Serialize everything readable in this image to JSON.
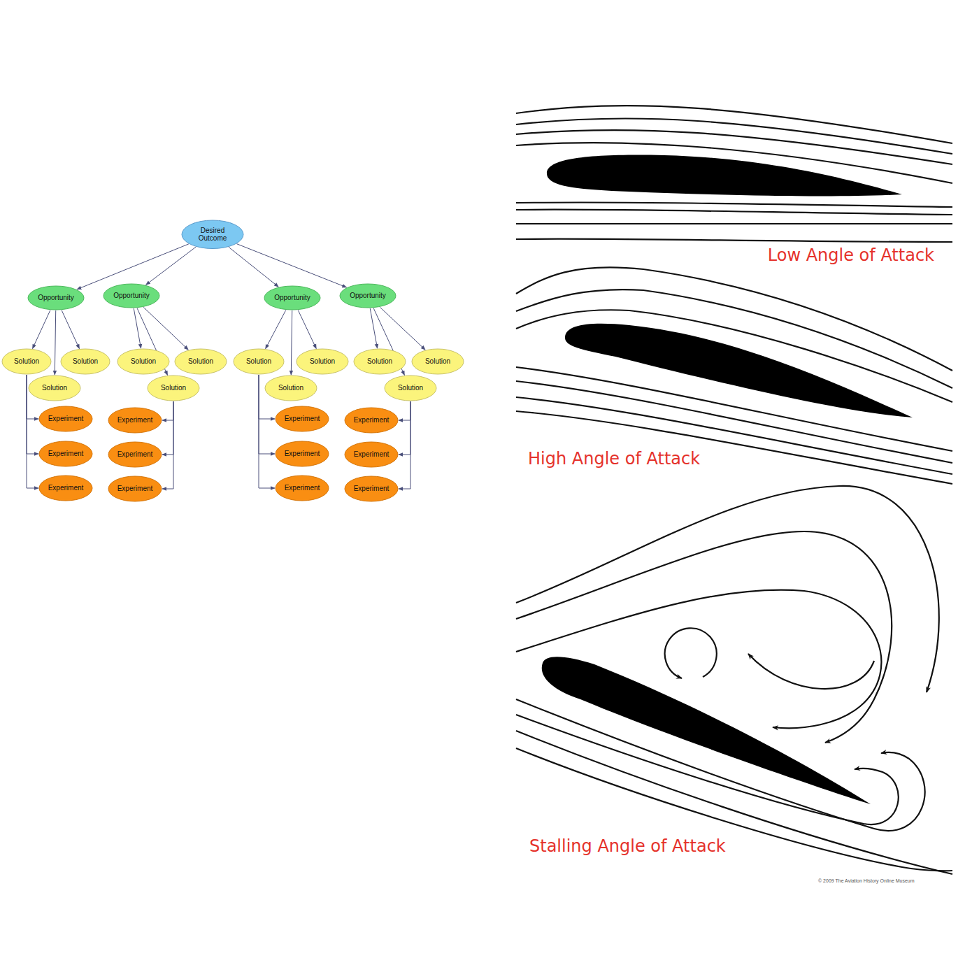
{
  "diagram": {
    "nodes": [
      {
        "text": [
          "Desired Outcome"
        ]
      },
      {
        "text": [
          "Opportunity"
        ]
      },
      {
        "text": [
          "Opportunity"
        ]
      },
      {
        "text": [
          "Opportunity"
        ]
      },
      {
        "text": [
          "Opportunity"
        ]
      },
      {
        "text": [
          "Solution"
        ]
      },
      {
        "text": [
          "Solution"
        ]
      },
      {
        "text": [
          "Solution"
        ]
      },
      {
        "text": [
          "Solution"
        ]
      },
      {
        "text": [
          "Solution"
        ]
      },
      {
        "text": [
          "Solution"
        ]
      },
      {
        "text": [
          "Solution"
        ]
      },
      {
        "text": [
          "Solution"
        ]
      },
      {
        "text": [
          "Solution"
        ]
      },
      {
        "text": [
          "Solution"
        ]
      },
      {
        "text": [
          "Solution"
        ]
      },
      {
        "text": [
          "Solution"
        ]
      },
      {
        "text": [
          "Experiment"
        ]
      },
      {
        "text": [
          "Experiment"
        ]
      },
      {
        "text": [
          "Experiment"
        ]
      },
      {
        "text": [
          "Experiment"
        ]
      },
      {
        "text": [
          "Experiment"
        ]
      },
      {
        "text": [
          "Experiment"
        ]
      },
      {
        "text": [
          "Experiment"
        ]
      },
      {
        "text": [
          "Experiment"
        ]
      },
      {
        "text": [
          "Experiment"
        ]
      },
      {
        "text": [
          "Experiment"
        ]
      },
      {
        "text": [
          "Experiment"
        ]
      },
      {
        "text": [
          "Experiment"
        ]
      }
    ],
    "edges": [
      {
        "from": 0,
        "to": 1,
        "arrow": "to"
      },
      {
        "from": 0,
        "to": 2,
        "arrow": "to"
      },
      {
        "from": 0,
        "to": 3,
        "arrow": "to"
      },
      {
        "from": 0,
        "to": 4,
        "arrow": "to"
      },
      {
        "from": 1,
        "to": 5,
        "arrow": "to"
      },
      {
        "from": 1,
        "to": 6,
        "arrow": "to"
      },
      {
        "from": 1,
        "to": 7,
        "arrow": "to"
      },
      {
        "from": 2,
        "to": 8,
        "arrow": "to"
      },
      {
        "from": 2,
        "to": 9,
        "arrow": "to"
      },
      {
        "from": 2,
        "to": 10,
        "arrow": "to"
      },
      {
        "from": 3,
        "to": 11,
        "arrow": "to"
      },
      {
        "from": 3,
        "to": 12,
        "arrow": "to"
      },
      {
        "from": 3,
        "to": 13,
        "arrow": "to"
      },
      {
        "from": 4,
        "to": 14,
        "arrow": "to"
      },
      {
        "from": 4,
        "to": 15,
        "arrow": "to"
      },
      {
        "from": 4,
        "to": 16,
        "arrow": "to"
      },
      {
        "from": 5,
        "to": 17,
        "arrow": "to"
      },
      {
        "from": 5,
        "to": 18,
        "arrow": "to"
      },
      {
        "from": 5,
        "to": 19,
        "arrow": "to"
      },
      {
        "from": 9,
        "to": 20,
        "arrow": "to"
      },
      {
        "from": 9,
        "to": 21,
        "arrow": "to"
      },
      {
        "from": 9,
        "to": 22,
        "arrow": "to"
      },
      {
        "from": 11,
        "to": 23,
        "arrow": "to"
      },
      {
        "from": 11,
        "to": 24,
        "arrow": "to"
      },
      {
        "from": 11,
        "to": 25,
        "arrow": "to"
      },
      {
        "from": 15,
        "to": 26,
        "arrow": "to"
      },
      {
        "from": 15,
        "to": 27,
        "arrow": "to"
      },
      {
        "from": 15,
        "to": 28,
        "arrow": "to"
      }
    ],
    "labels": [
      "Low Angle of Attack",
      "High Angle of Attack",
      "Stalling Angle of Attack",
      "© 2009 The Aviation History Online Museum"
    ]
  }
}
